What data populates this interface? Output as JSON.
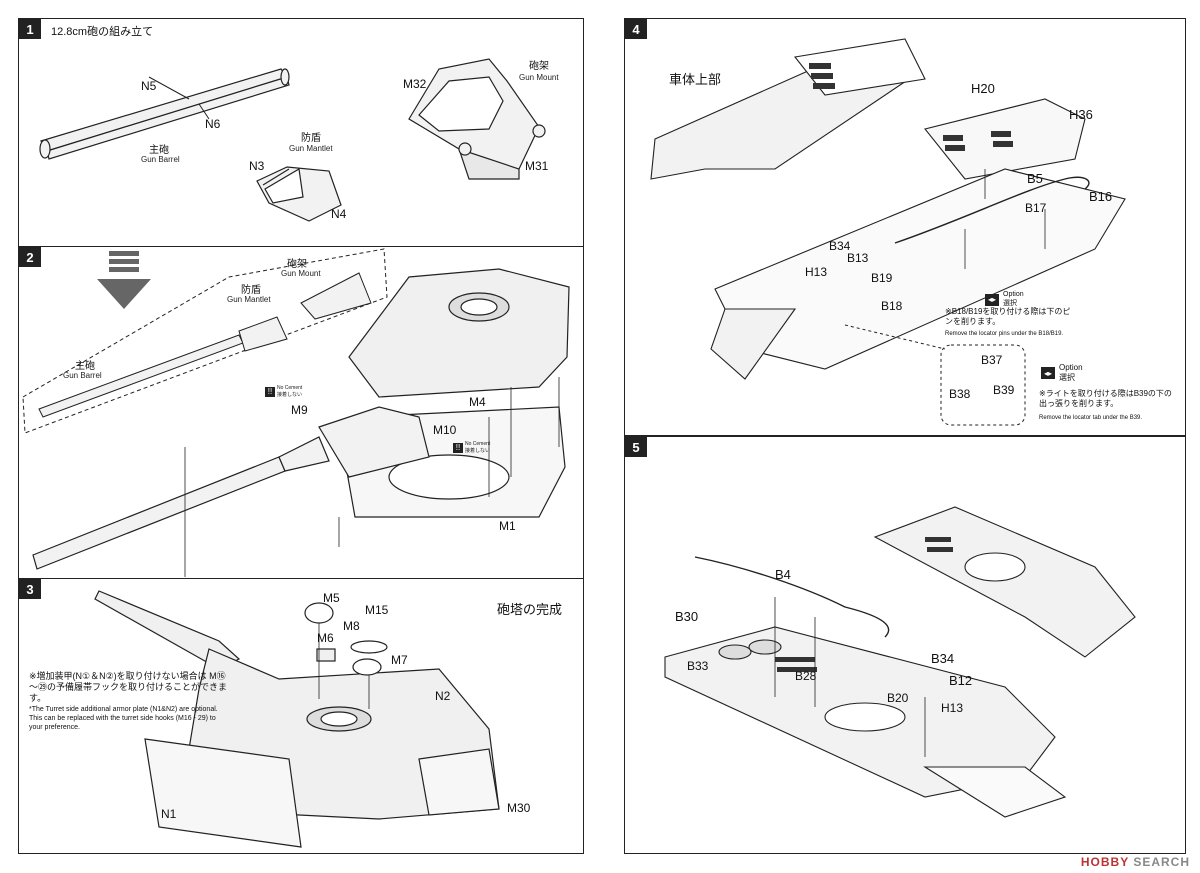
{
  "steps": {
    "s1": {
      "num": "1",
      "title": "12.8cm砲の組み立て"
    },
    "s2": {
      "num": "2"
    },
    "s3": {
      "num": "3",
      "title": "砲塔の完成"
    },
    "s4": {
      "num": "4",
      "title": "車体上部"
    },
    "s5": {
      "num": "5"
    }
  },
  "s1": {
    "n5": "N5",
    "n6": "N6",
    "n3": "N3",
    "n4": "N4",
    "m32": "M32",
    "m31": "M31",
    "barrel_jp": "主砲",
    "barrel_en": "Gun Barrel",
    "mantlet_jp": "防盾",
    "mantlet_en": "Gun Mantlet",
    "mount_jp": "砲架",
    "mount_en": "Gun Mount"
  },
  "s2": {
    "mount_jp": "砲架",
    "mount_en": "Gun Mount",
    "mantlet_jp": "防盾",
    "mantlet_en": "Gun Mantlet",
    "barrel_jp": "主砲",
    "barrel_en": "Gun Barrel",
    "m9": "M9",
    "m10": "M10",
    "m4": "M4",
    "m1": "M1",
    "nocement_en": "No Cement",
    "nocement_jp": "接着しない"
  },
  "s3": {
    "m5": "M5",
    "m15": "M15",
    "m6": "M6",
    "m8": "M8",
    "m7": "M7",
    "n2": "N2",
    "n1": "N1",
    "m30": "M30",
    "note_jp": "※増加装甲(N①＆N②)を取り付けない場合は M⑯～㉙の予備履帯フックを取り付けることができます。",
    "note_en": "*The Turret side additional armor plate (N1&N2) are optional. This can be replaced with the turret side hooks (M16 - 29) to your preference."
  },
  "s4": {
    "h20": "H20",
    "h36": "H36",
    "b5": "B5",
    "b16": "B16",
    "b17": "B17",
    "b34": "B34",
    "b13": "B13",
    "h13": "H13",
    "b19": "B19",
    "b18": "B18",
    "b37": "B37",
    "b38": "B38",
    "b39": "B39",
    "opt1_en": "Option",
    "opt1_jp": "選択",
    "opt1_note_jp": "※B18/B19を取り付ける際は下のピンを削ります。",
    "opt1_note_en": "Remove the locator pins under the B18/B19.",
    "opt2_en": "Option",
    "opt2_jp": "選択",
    "opt2_note_jp": "※ライトを取り付ける際はB39の下の出っ張りを削ります。",
    "opt2_note_en": "Remove the locator tab under the B39."
  },
  "s5": {
    "b4": "B4",
    "b30": "B30",
    "b33": "B33",
    "b28": "B28",
    "b34": "B34",
    "b12": "B12",
    "b20": "B20",
    "h13": "H13"
  },
  "watermark": {
    "brand": "HOBBY",
    "rest": "SEARCH"
  }
}
